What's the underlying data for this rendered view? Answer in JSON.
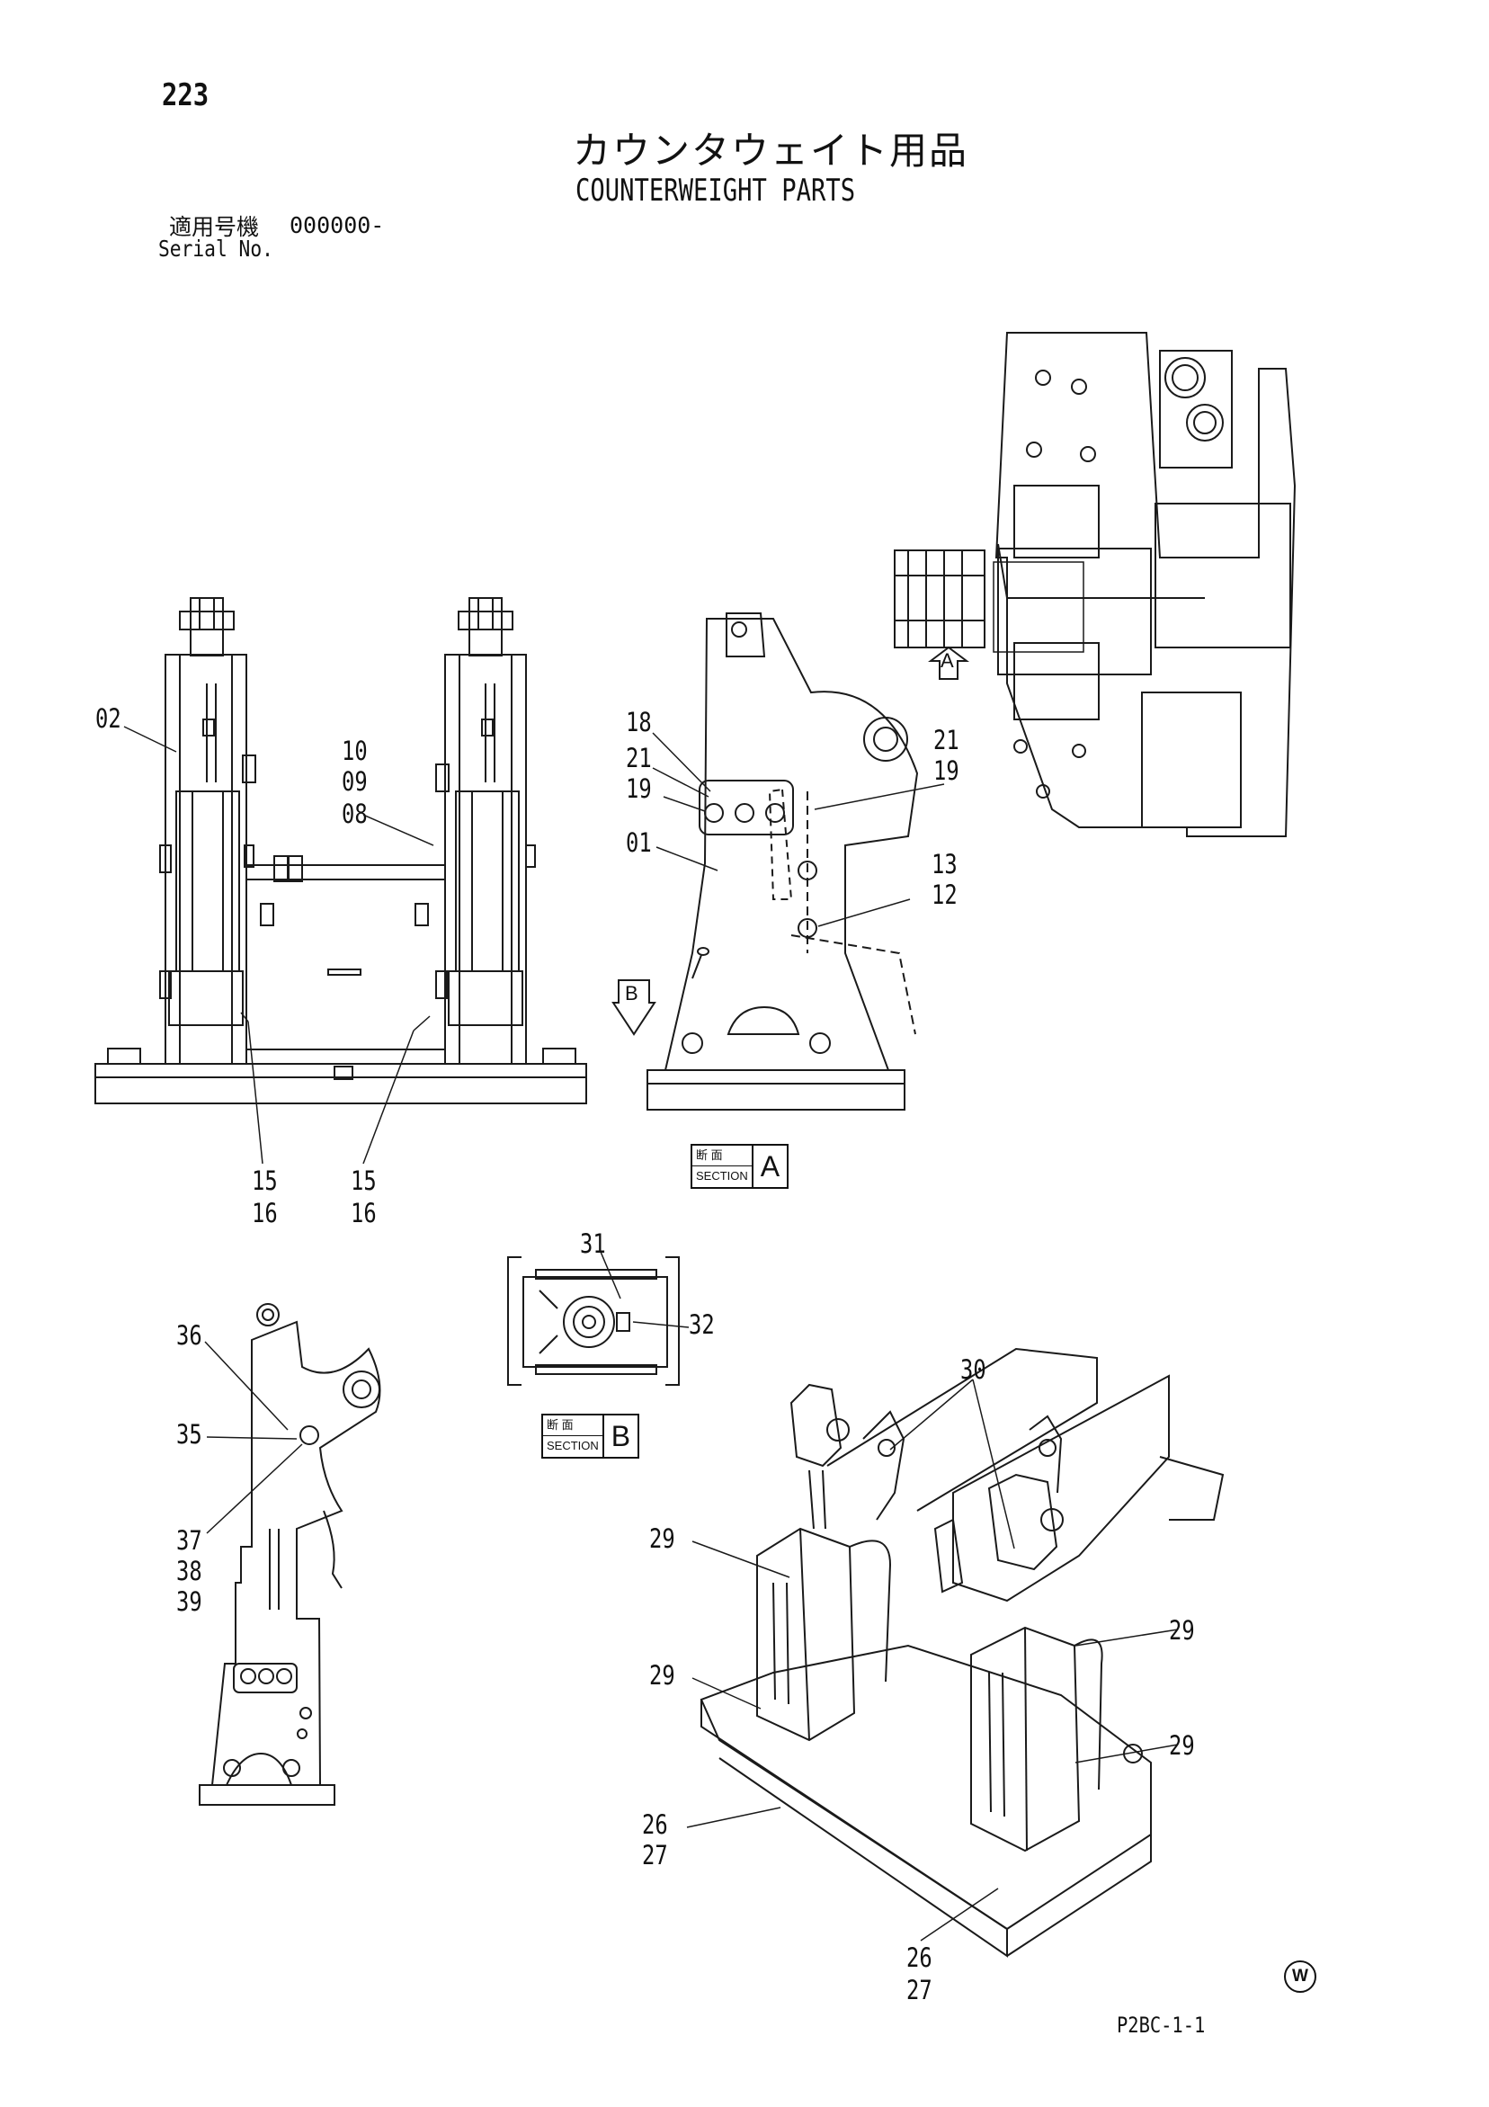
{
  "page": {
    "number": "223",
    "title_jp": "カウンタウェイト用品",
    "title_en": "COUNTERWEIGHT PARTS",
    "serial_label_jp": "適用号機",
    "serial_value": "000000-",
    "serial_label_en": "Serial No.",
    "code": "P2BC-1-1",
    "watermark": "W"
  },
  "sections": [
    {
      "jp": "断 面",
      "en": "SECTION",
      "letter": "A"
    },
    {
      "jp": "断 面",
      "en": "SECTION",
      "letter": "B"
    }
  ],
  "view_arrows": [
    "A",
    "B"
  ],
  "callouts": [
    "02",
    "10",
    "09",
    "08",
    "15",
    "16",
    "15",
    "16",
    "18",
    "21",
    "19",
    "21",
    "19",
    "01",
    "13",
    "12",
    "31",
    "32",
    "36",
    "35",
    "37",
    "38",
    "39",
    "30",
    "29",
    "29",
    "29",
    "29",
    "26",
    "27",
    "26",
    "27"
  ]
}
